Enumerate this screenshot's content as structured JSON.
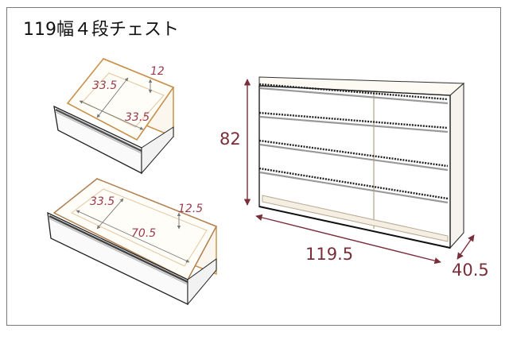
{
  "title": "119幅４段チェスト",
  "colors": {
    "dimension_text": "#7a2e3a",
    "drawer_inner_dimension_text": "#9a3a4c",
    "drawer_edge": "#c8904a",
    "frame_border": "#7a7a7a"
  },
  "small_drawer": {
    "depth": "33.5",
    "width": "33.5",
    "height": "12"
  },
  "large_drawer": {
    "depth": "33.5",
    "width": "70.5",
    "height": "12.5"
  },
  "chest": {
    "height": "82",
    "width": "119.5",
    "depth": "40.5",
    "rows": 4,
    "columns": 2
  }
}
